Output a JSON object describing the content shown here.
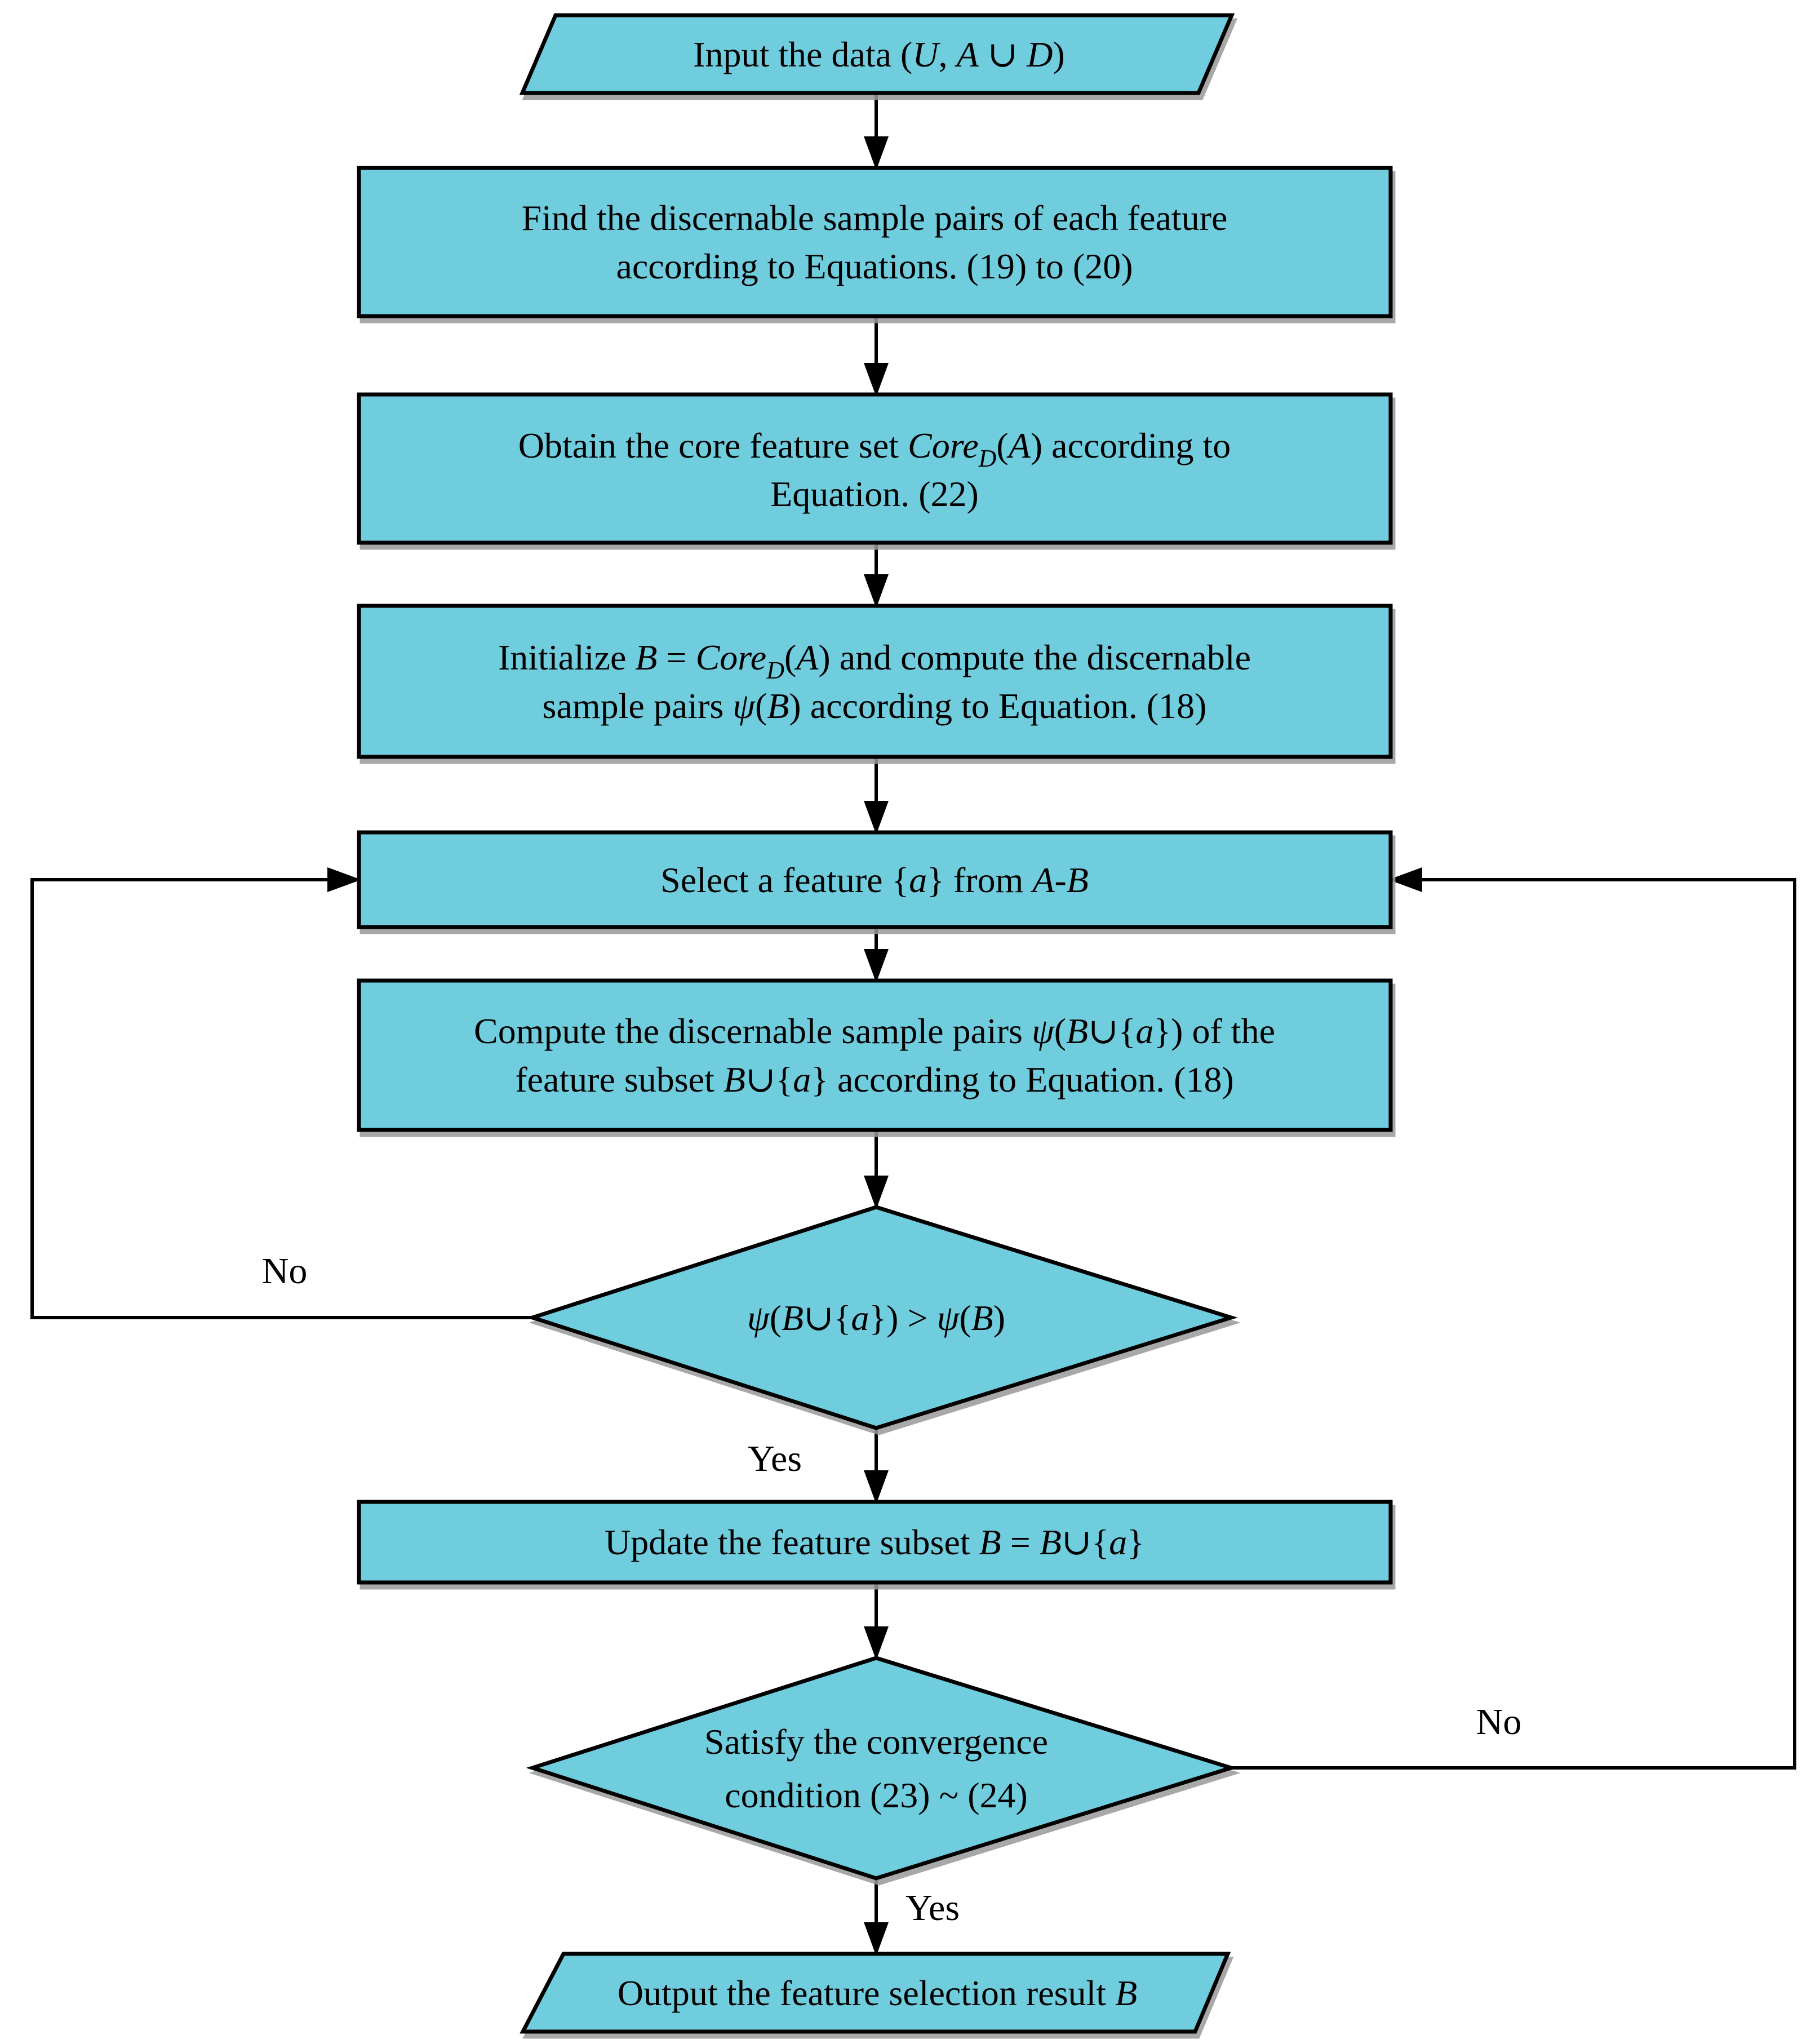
{
  "diagram": {
    "type": "flowchart",
    "background": "#ffffff",
    "node_fill": "#70cdde",
    "node_stroke": "#000000",
    "shadow_color": "#999999"
  },
  "nodes": {
    "input": {
      "shape": "parallelogram",
      "segments": [
        "Input the data (",
        "U",
        ", ",
        "A",
        " ∪ ",
        "D",
        ")"
      ]
    },
    "find": {
      "shape": "process",
      "line1": [
        "Find the discernable sample pairs of each feature"
      ],
      "line2": [
        "according to Equations. (19) to (20)"
      ]
    },
    "core": {
      "shape": "process",
      "line1": [
        "Obtain the core feature set ",
        "Core",
        "D",
        "(",
        "A",
        ") according to"
      ],
      "line2": [
        "Equation. (22)"
      ]
    },
    "init": {
      "shape": "process",
      "line1": [
        "Initialize ",
        "B",
        " = ",
        "Core",
        "D",
        "(",
        "A",
        ") and compute the discernable"
      ],
      "line2": [
        "sample pairs ",
        "ψ",
        "(",
        "B",
        ") according to Equation. (18)"
      ]
    },
    "select": {
      "shape": "process",
      "segments": [
        "Select a feature {",
        "a",
        "} from ",
        "A",
        "-",
        "B"
      ]
    },
    "compute": {
      "shape": "process",
      "line1": [
        "Compute the discernable sample pairs ",
        "ψ",
        "(",
        "B",
        "∪{",
        "a",
        "}) of the"
      ],
      "line2": [
        "feature subset ",
        "B",
        "∪{",
        "a",
        "} according to Equation. (18)"
      ]
    },
    "decision1": {
      "shape": "decision",
      "segments": [
        "ψ",
        "(",
        "B",
        "∪{",
        "a",
        "}) > ",
        "ψ",
        "(",
        "B",
        ")"
      ]
    },
    "update": {
      "shape": "process",
      "segments": [
        "Update the feature subset ",
        "B",
        " = ",
        "B",
        "∪{",
        "a",
        "}"
      ]
    },
    "decision2": {
      "shape": "decision",
      "line1": [
        "Satisfy the convergence"
      ],
      "line2": [
        "condition (23) ~ (24)"
      ]
    },
    "output": {
      "shape": "parallelogram",
      "segments": [
        "Output the feature selection result ",
        "B"
      ]
    }
  },
  "labels": {
    "decision1_no": "No",
    "decision1_yes": "Yes",
    "decision2_no": "No",
    "decision2_yes": "Yes"
  }
}
